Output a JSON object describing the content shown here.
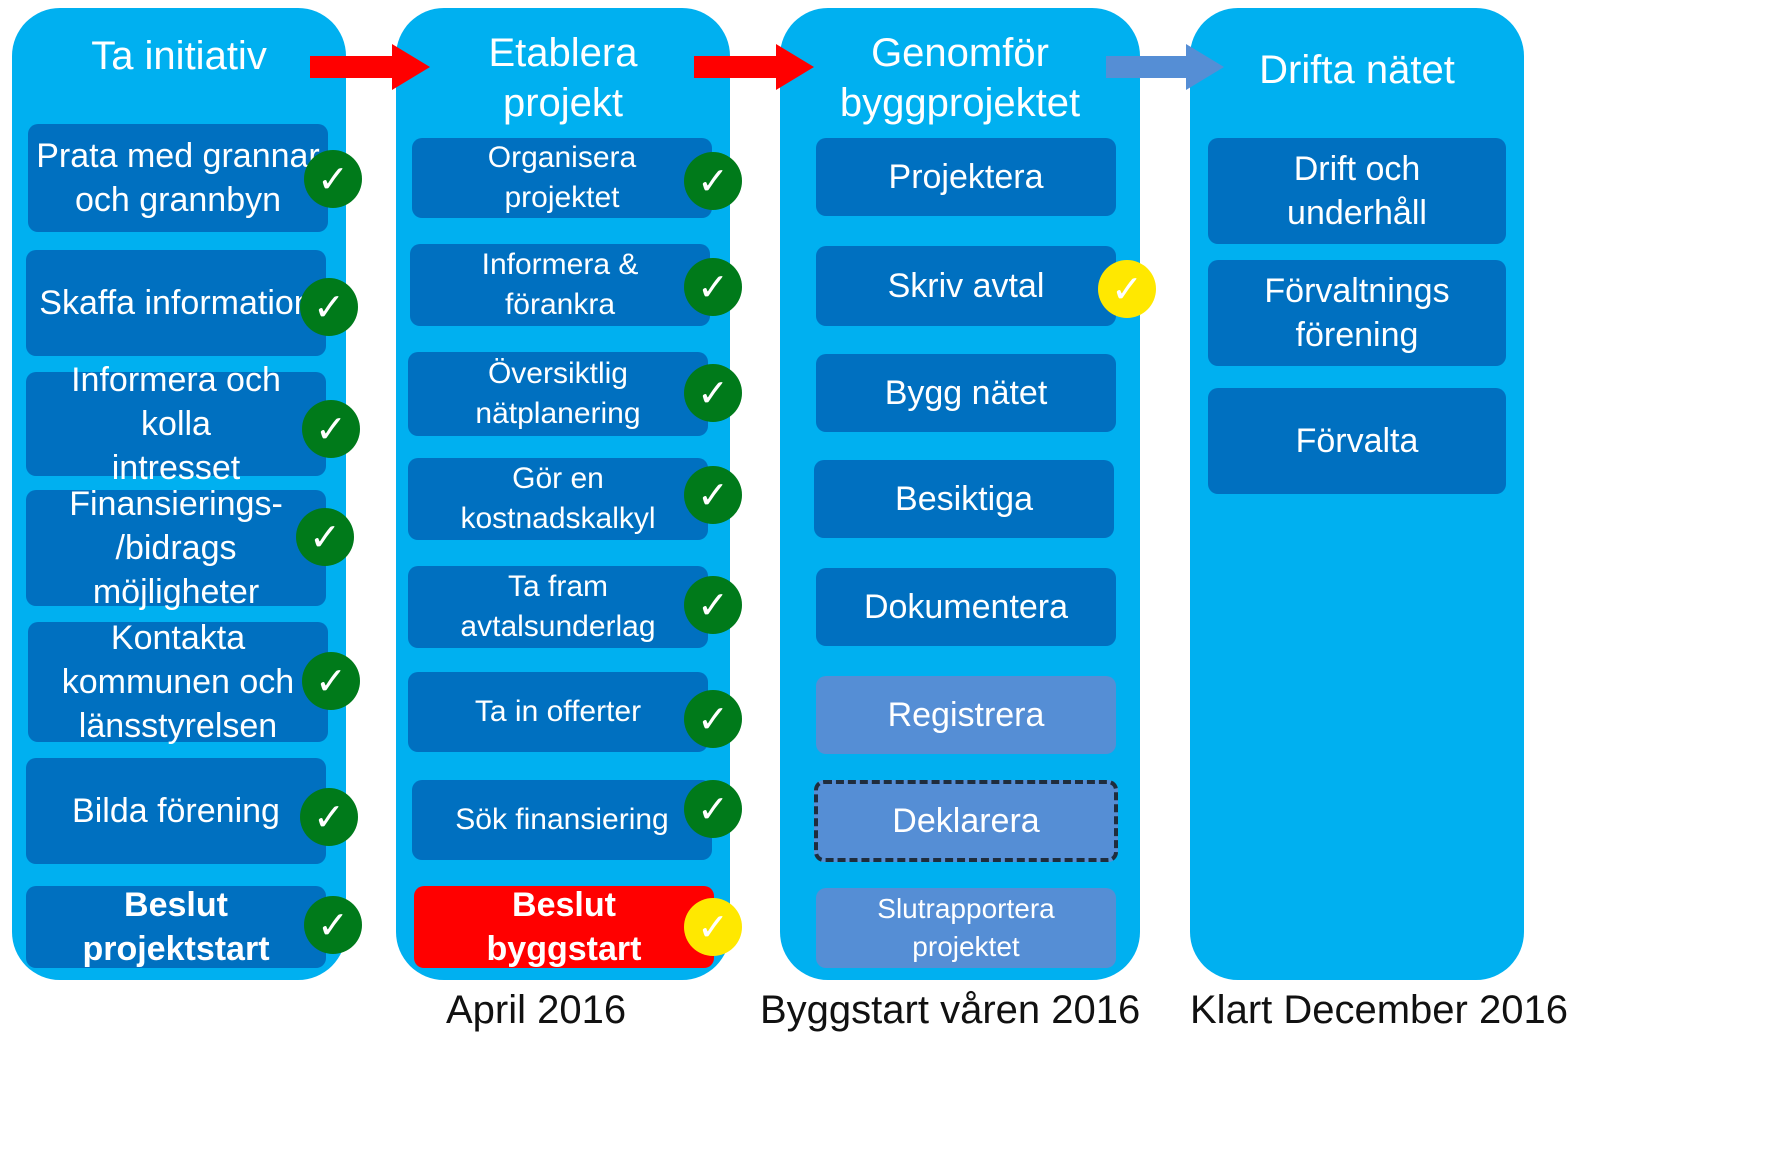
{
  "colors": {
    "column": "#00b0f0",
    "box": "#0070c0",
    "box_light": "#558ed5",
    "highlight": "#ff0000",
    "check_done": "#007a1a",
    "check_pending": "#ffe800",
    "arrow_active": "#ff0000",
    "arrow_inactive": "#558ed5"
  },
  "columns": [
    {
      "title": "Ta initiativ",
      "items": [
        "Prata med grannar\noch grannbyn",
        "Skaffa information",
        "Informera och kolla\nintresset",
        "Finansierings-\n/bidrags möjligheter",
        "Kontakta\nkommunen och\nlänsstyrelsen",
        "Bilda förening",
        "Beslut\nprojektstart"
      ]
    },
    {
      "title": "Etablera\nprojekt",
      "items": [
        "Organisera\nprojektet",
        "Informera &\nförankra",
        "Översiktlig\nnätplanering",
        "Gör en\nkostnadskalkyl",
        "Ta fram\navtalsunderlag",
        "Ta in offerter",
        "Sök finansiering",
        "Beslut\nbyggstart"
      ]
    },
    {
      "title": "Genomför\nbyggprojektet",
      "items": [
        "Projektera",
        "Skriv avtal",
        "Bygg nätet",
        "Besiktiga",
        "Dokumentera",
        "Registrera",
        "Deklarera",
        "Slutrapportera\nprojektet"
      ]
    },
    {
      "title": "Drifta nätet",
      "items": [
        "Drift och\nunderhåll",
        "Förvaltnings\nförening",
        "Förvalta"
      ]
    }
  ],
  "check_symbol": "✓",
  "dates": [
    "April 2016",
    "Byggstart våren 2016",
    "Klart December 2016"
  ]
}
